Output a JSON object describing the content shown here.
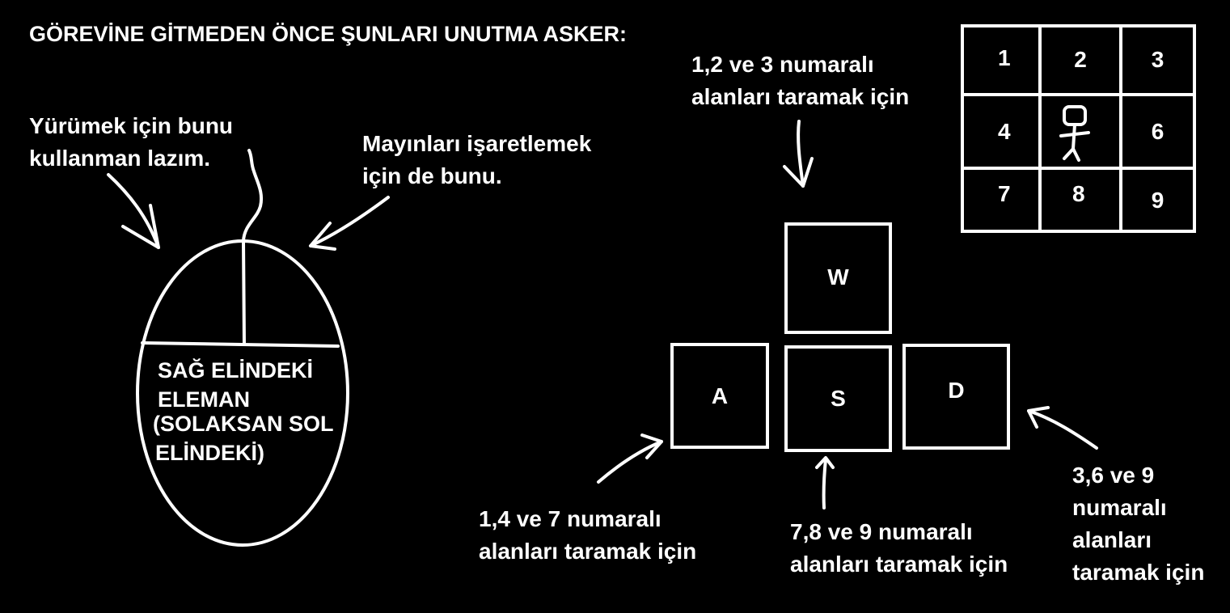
{
  "title": "GÖREVİNE GİTMEDEN ÖNCE ŞUNLARI UNUTMA ASKER:",
  "mouse": {
    "left_label_line1": "Yürümek için bunu",
    "left_label_line2": "kullanman lazım.",
    "right_label_line1": "Mayınları işaretlemek",
    "right_label_line2": "için de bunu.",
    "body_line1": "SAĞ ELİNDEKİ",
    "body_line2": "ELEMAN",
    "body_line3": "(SOLAKSAN SOL",
    "body_line4": "ELİNDEKİ)"
  },
  "keys": {
    "w": "W",
    "a": "A",
    "s": "S",
    "d": "D"
  },
  "key_labels": {
    "w_line1": "1,2 ve 3 numaralı",
    "w_line2": "alanları taramak için",
    "a_line1": "1,4 ve 7 numaralı",
    "a_line2": "alanları taramak için",
    "s_line1": "7,8 ve 9 numaralı",
    "s_line2": "alanları taramak için",
    "d_line1": "3,6 ve 9",
    "d_line2": "numaralı",
    "d_line3": "alanları",
    "d_line4": "taramak için"
  },
  "grid": {
    "cells": [
      "1",
      "2",
      "3",
      "4",
      "",
      "6",
      "7",
      "8",
      "9"
    ],
    "center_icon": "stick-figure-icon"
  },
  "colors": {
    "background": "#000000",
    "foreground": "#ffffff"
  }
}
